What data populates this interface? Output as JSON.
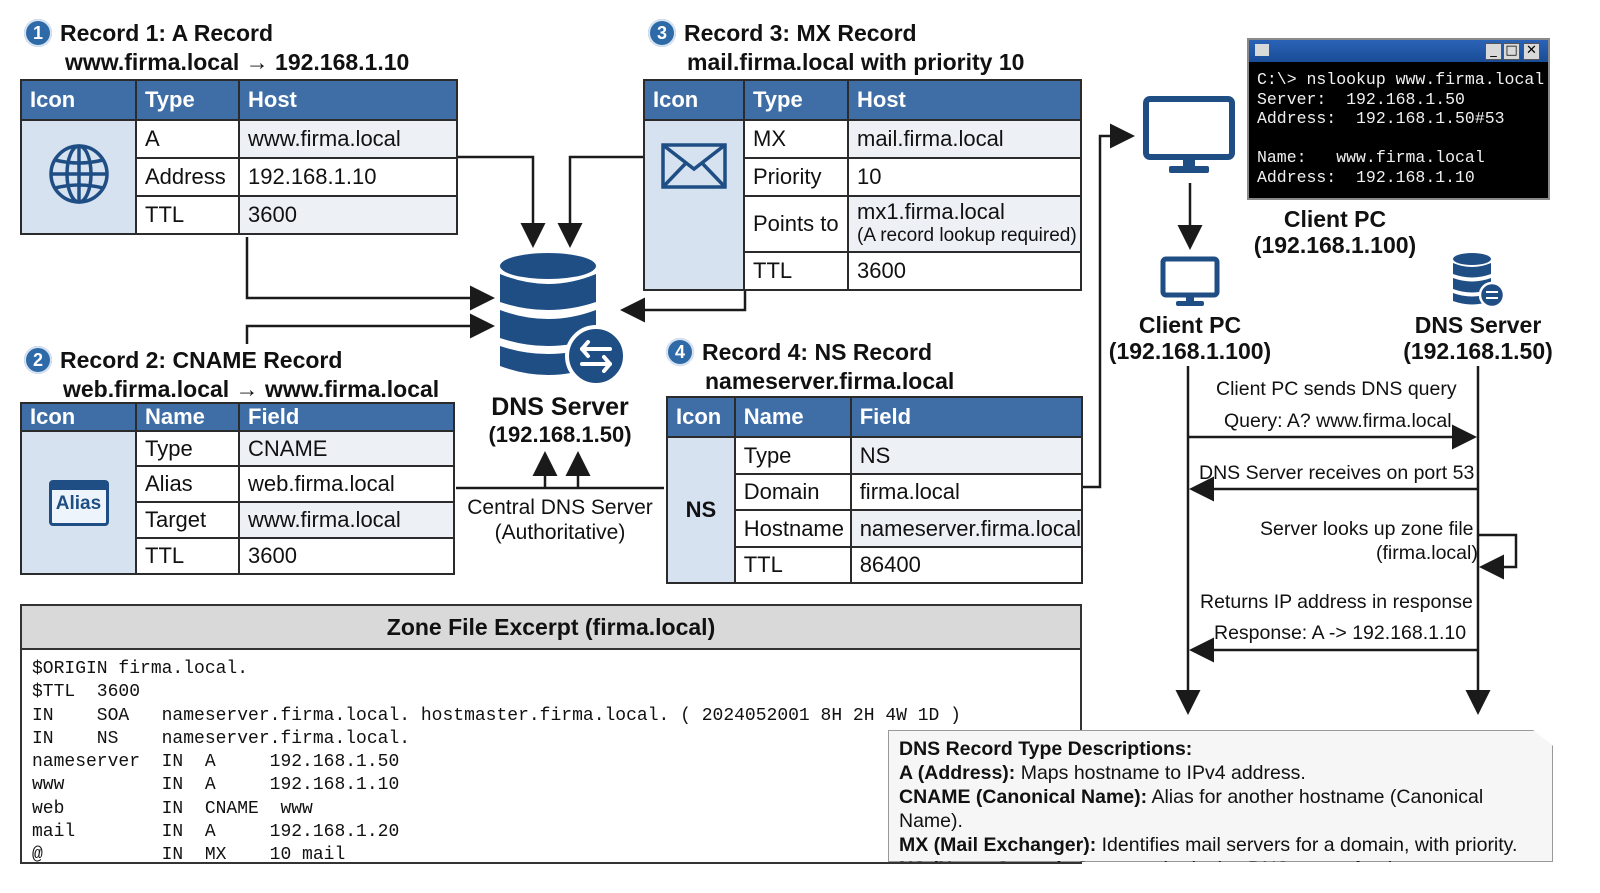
{
  "records": {
    "a": {
      "number": "1",
      "title": "Record 1: A Record",
      "subtitle": "www.firma.local → 192.168.1.10",
      "headers": [
        "Icon",
        "Type",
        "Host"
      ],
      "rows": [
        [
          "A",
          "www.firma.local"
        ],
        [
          "Address",
          "192.168.1.10"
        ],
        [
          "TTL",
          "3600"
        ]
      ]
    },
    "cname": {
      "number": "2",
      "title": "Record 2: CNAME Record",
      "subtitle": "web.firma.local → www.firma.local",
      "headers": [
        "Icon",
        "Name",
        "Field"
      ],
      "icon_label": "Alias",
      "rows": [
        [
          "Type",
          "CNAME"
        ],
        [
          "Alias",
          "web.firma.local"
        ],
        [
          "Target",
          "www.firma.local"
        ],
        [
          "TTL",
          "3600"
        ]
      ]
    },
    "mx": {
      "number": "3",
      "title": "Record 3: MX Record",
      "subtitle": "mail.firma.local with priority 10",
      "headers": [
        "Icon",
        "Type",
        "Host"
      ],
      "rows": [
        [
          "MX",
          "mail.firma.local"
        ],
        [
          "Priority",
          "10"
        ],
        [
          "Points to",
          "mx1.firma.local",
          "(A record lookup required)"
        ],
        [
          "TTL",
          "3600"
        ]
      ]
    },
    "ns": {
      "number": "4",
      "title": "Record 4: NS Record",
      "subtitle": "nameserver.firma.local",
      "headers": [
        "Icon",
        "Name",
        "Field"
      ],
      "icon_label": "NS",
      "rows": [
        [
          "Type",
          "NS"
        ],
        [
          "Domain",
          "firma.local"
        ],
        [
          "Hostname",
          "nameserver.firma.local"
        ],
        [
          "TTL",
          "86400"
        ]
      ]
    }
  },
  "dns_server": {
    "label": "DNS Server",
    "ip": "(192.168.1.50)",
    "caption_line1": "Central DNS Server",
    "caption_line2": "(Authoritative)"
  },
  "zone_file": {
    "title": "Zone File Excerpt (firma.local)",
    "lines": [
      "$ORIGIN firma.local.",
      "$TTL  3600",
      "IN    SOA   nameserver.firma.local. hostmaster.firma.local. ( 2024052001 8H 2H 4W 1D )",
      "IN    NS    nameserver.firma.local.",
      "nameserver  IN  A     192.168.1.50",
      "www         IN  A     192.168.1.10",
      "web         IN  CNAME  www",
      "mail        IN  A     192.168.1.20",
      "@           IN  MX    10 mail"
    ]
  },
  "terminal": {
    "lines": [
      "C:\\> nslookup www.firma.local",
      "Server:  192.168.1.50",
      "Address:  192.168.1.50#53",
      "",
      "Name:   www.firma.local",
      "Address:  192.168.1.10"
    ]
  },
  "client_top": {
    "label": "Client PC",
    "ip": "(192.168.1.100)"
  },
  "sequence": {
    "client_label": "Client PC",
    "client_ip": "(192.168.1.100)",
    "server_label": "DNS Server",
    "server_ip": "(192.168.1.50)",
    "step1_a": "Client PC sends DNS query",
    "step1_b": "Query: A? www.firma.local",
    "step2": "DNS Server receives on port 53",
    "step3_a": "Server looks up zone file",
    "step3_b": "(firma.local)",
    "step4_a": "Returns IP address in response",
    "step4_b": "Response: A -> 192.168.1.10"
  },
  "descriptions": {
    "heading": "DNS Record Type Descriptions:",
    "items": [
      {
        "term": "A (Address):",
        "text": " Maps hostname to IPv4 address."
      },
      {
        "term": "CNAME (Canonical Name):",
        "text": " Alias for another hostname (Canonical Name)."
      },
      {
        "term": "MX (Mail Exchanger):",
        "text": " Identifies mail servers for a domain, with priority."
      },
      {
        "term": "NS (Name Server):",
        "text": " States authoritative DNS server for the zone."
      }
    ]
  },
  "colors": {
    "accent": "#1f4e85",
    "header": "#3f6ea6",
    "icon_bg": "#d6e2f0"
  }
}
